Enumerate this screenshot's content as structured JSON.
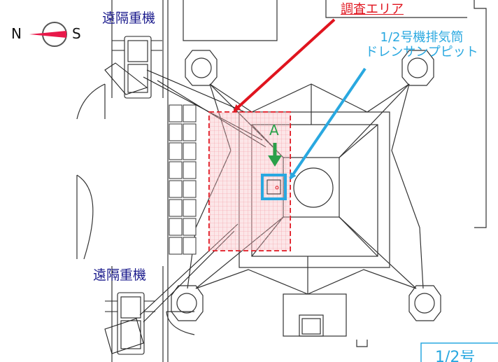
{
  "compass": {
    "north": "N",
    "south": "S",
    "needle_color": "#e8194a",
    "ring_color": "#555555"
  },
  "labels": {
    "crane_top": "遠隔重機",
    "crane_bottom": "遠隔重機",
    "survey_area": "調査エリア",
    "pit_line1": "1/2号機排気筒",
    "pit_line2": "ドレンサンプピット",
    "point_a": "A",
    "corner_partial": "1/2号"
  },
  "colors": {
    "survey_area": "#e0141e",
    "pit_marker": "#29a8e0",
    "arrow_a": "#2aa04a",
    "crane_text": "#1a1a8c",
    "lines": "#333333"
  }
}
